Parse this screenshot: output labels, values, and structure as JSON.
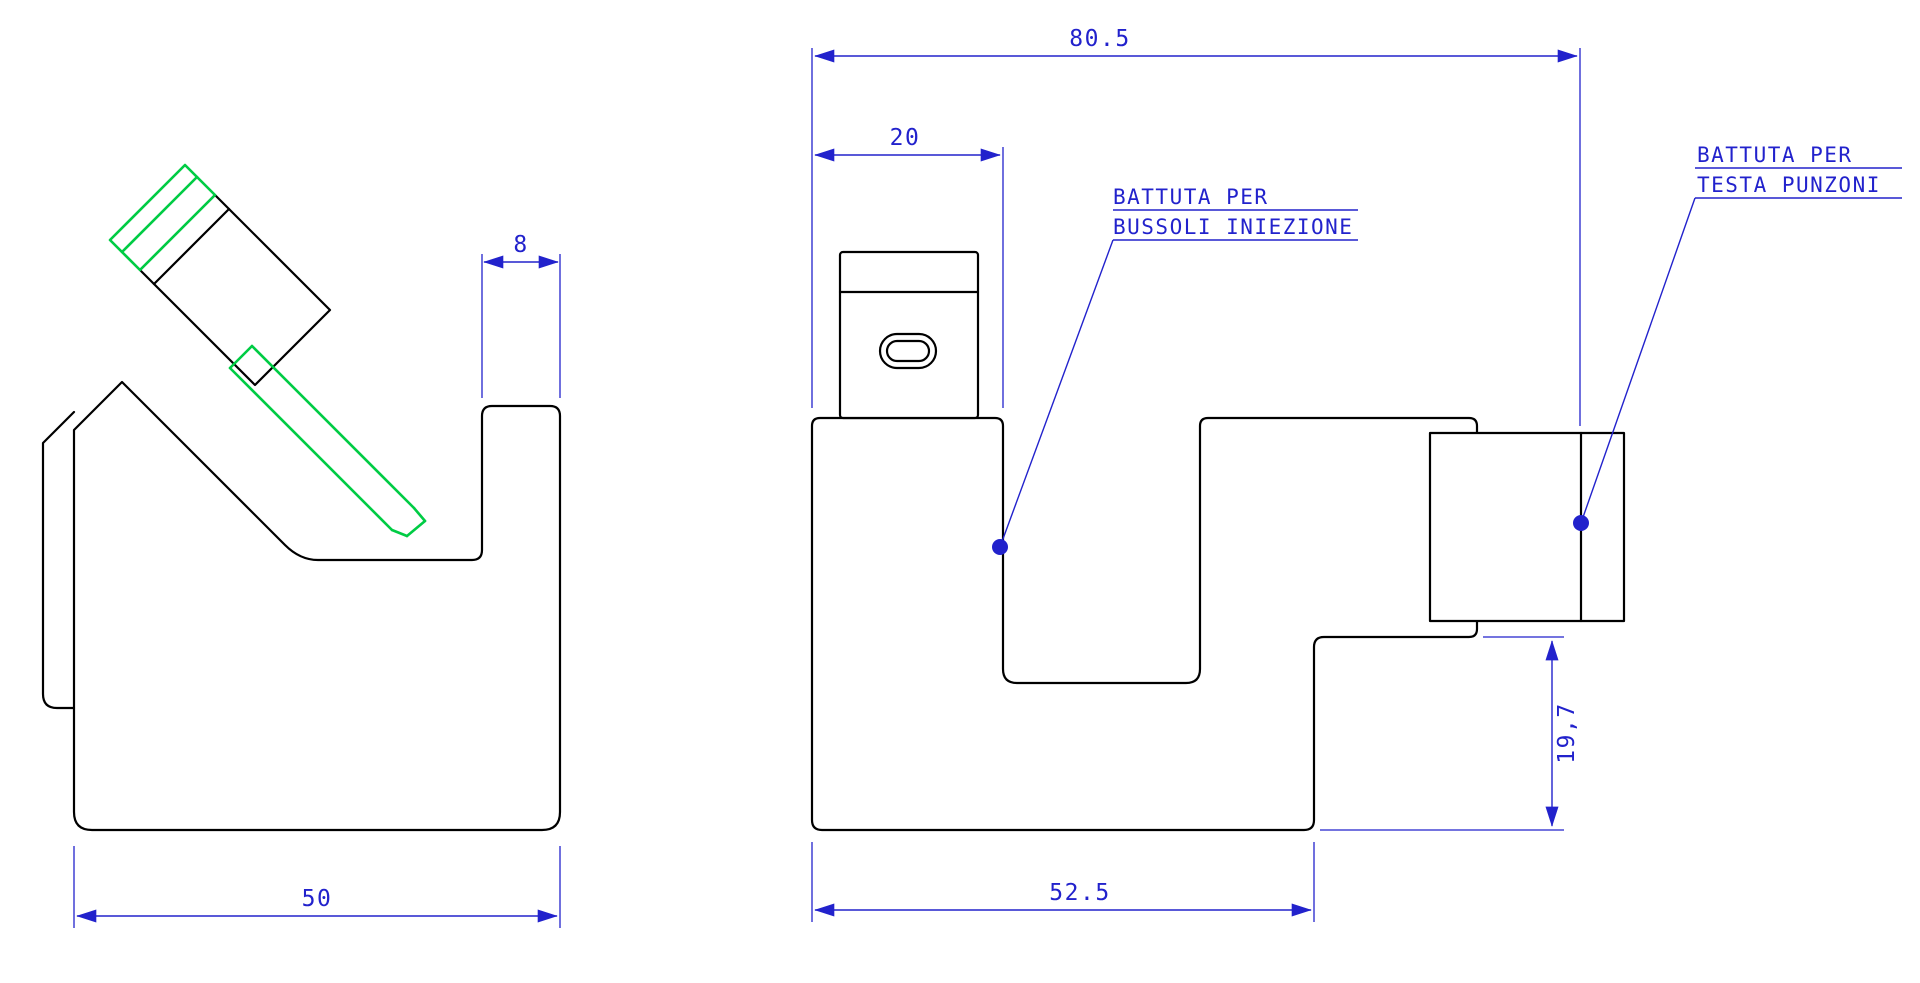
{
  "views": {
    "side_view": {
      "dims": {
        "tab_width": "8",
        "overall_width": "50"
      }
    },
    "front_view": {
      "dims": {
        "overall_width": "80.5",
        "left_width": "20",
        "bottom_width": "52.5",
        "step_height": "19,7"
      },
      "callouts": {
        "bussoli": {
          "line1": "BATTUTA PER",
          "line2": "BUSSOLI INIEZIONE"
        },
        "punzoni": {
          "line1": "BATTUTA PER",
          "line2": "TESTA PUNZONI"
        }
      }
    }
  },
  "colors": {
    "outline": "#000000",
    "dimension": "#2222cc",
    "pin_highlight": "#00cc44",
    "background": "#ffffff"
  }
}
